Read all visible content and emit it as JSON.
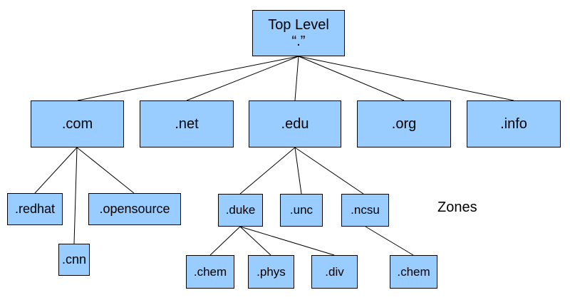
{
  "nodes": {
    "root": {
      "line1": "Top Level",
      "line2": "“.”"
    },
    "com": ".com",
    "net": ".net",
    "edu": ".edu",
    "org": ".org",
    "info": ".info",
    "redhat": ".redhat",
    "cnn": ".cnn",
    "opensource": ".opensource",
    "duke": ".duke",
    "unc": ".unc",
    "ncsu": ".ncsu",
    "chem_duke": ".chem",
    "phys": ".phys",
    "div": ".div",
    "chem_ncsu": ".chem"
  },
  "zones_label": "Zones",
  "colors": {
    "node_fill": "#99ccff",
    "line": "#000000"
  }
}
